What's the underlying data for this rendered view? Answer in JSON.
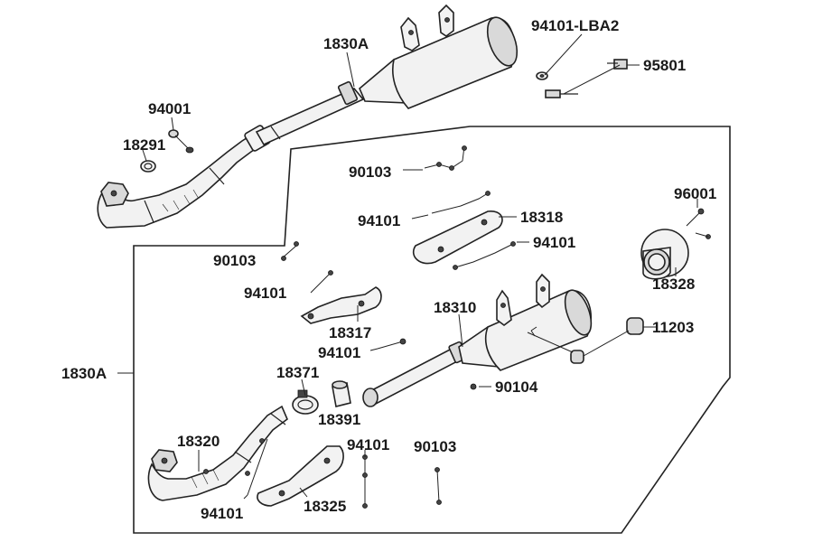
{
  "callouts": {
    "assembly_top": "1830A",
    "assembly_side": "1830A",
    "washer_lba2": "94101-LBA2",
    "bolt_95801": "95801",
    "nut_94001": "94001",
    "clip_18291": "18291",
    "screw_90103_a": "90103",
    "washer_94101_a": "94101",
    "shield_18318": "18318",
    "washer_94101_b": "94101",
    "screw_96001": "96001",
    "tip_18328": "18328",
    "screw_90103_b": "90103",
    "washer_94101_c": "94101",
    "shield_18317": "18317",
    "muffler_18310": "18310",
    "grommet_11203": "11203",
    "washer_94101_d": "94101",
    "clamp_18371": "18371",
    "gasket_18391": "18391",
    "bolt_90104": "90104",
    "header_18320": "18320",
    "washer_94101_e": "94101",
    "screw_90103_c": "90103",
    "washer_94101_f": "94101",
    "shield_18325": "18325"
  }
}
